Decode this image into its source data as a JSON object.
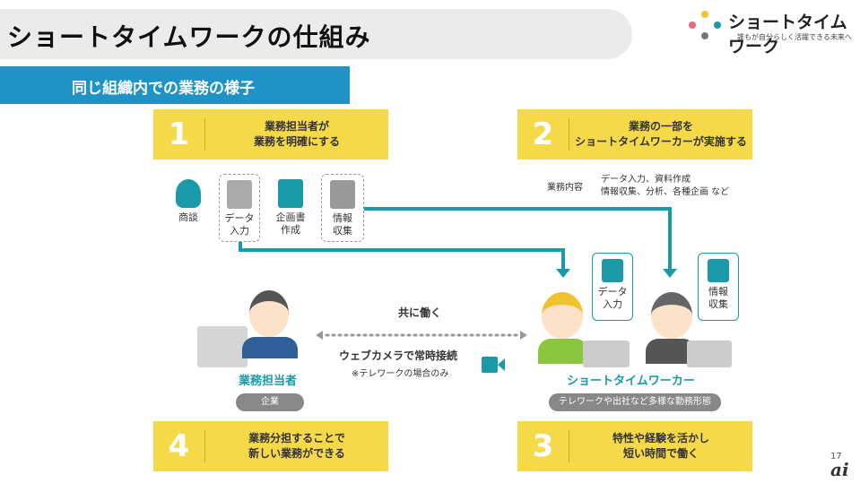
{
  "header": {
    "title": "ショートタイムワークの仕組み",
    "subtitle": "同じ組織内での業務の様子"
  },
  "logo": {
    "name": "ショートタイムワーク",
    "tagline": "誰もが自分らしく活躍できる未来へ"
  },
  "steps": [
    {
      "num": "1",
      "line1": "業務担当者が",
      "line2": "業務を明確にする"
    },
    {
      "num": "2",
      "line1": "業務の一部を",
      "line2": "ショートタイムワーカーが実施する"
    },
    {
      "num": "3",
      "line1": "特性や経験を活かし",
      "line2": "短い時間で働く"
    },
    {
      "num": "4",
      "line1": "業務分担することで",
      "line2": "新しい業務ができる"
    }
  ],
  "tasks": [
    {
      "icon": "handshake-icon",
      "l1": "商談",
      "l2": ""
    },
    {
      "icon": "spreadsheet-icon",
      "l1": "データ",
      "l2": "入力"
    },
    {
      "icon": "document-icon",
      "l1": "企画書",
      "l2": "作成"
    },
    {
      "icon": "clipboard-icon",
      "l1": "情報",
      "l2": "収集"
    }
  ],
  "work_content": {
    "label": "業務内容",
    "line1": "データ入力、資料作成",
    "line2": "情報収集、分析、各種企画 など"
  },
  "center": {
    "together": "共に働く",
    "webcam": "ウェブカメラで常時接続",
    "note": "※テレワークの場合のみ"
  },
  "left_person": {
    "role": "業務担当者",
    "pill": "企業"
  },
  "right_person": {
    "role": "ショートタイムワーカー",
    "pill": "テレワークや出社など多様な勤務形態",
    "task1_l1": "データ",
    "task1_l2": "入力",
    "task2_l1": "情報",
    "task2_l2": "収集"
  },
  "page": {
    "number": "17",
    "watermark": "ai"
  },
  "colors": {
    "yellow": "#f6d949",
    "teal": "#1a9aa8",
    "blue": "#1f93c6"
  }
}
